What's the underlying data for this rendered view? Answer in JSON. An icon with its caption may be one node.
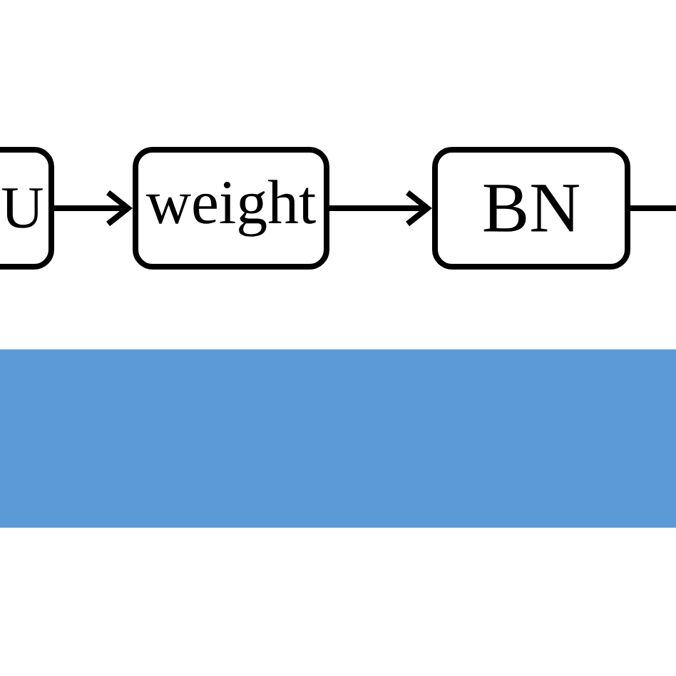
{
  "diagram": {
    "nodes": [
      {
        "text": [
          "U"
        ]
      },
      {
        "text": [
          "weight"
        ]
      },
      {
        "text": [
          "BN"
        ]
      },
      {
        "text": [],
        "shape": "bar"
      }
    ],
    "edges": [
      {
        "from": 0,
        "to": 1,
        "arrow": "to"
      },
      {
        "from": 1,
        "to": 2,
        "arrow": "to"
      },
      {
        "from": 2,
        "to": null,
        "arrow": "none"
      }
    ]
  }
}
